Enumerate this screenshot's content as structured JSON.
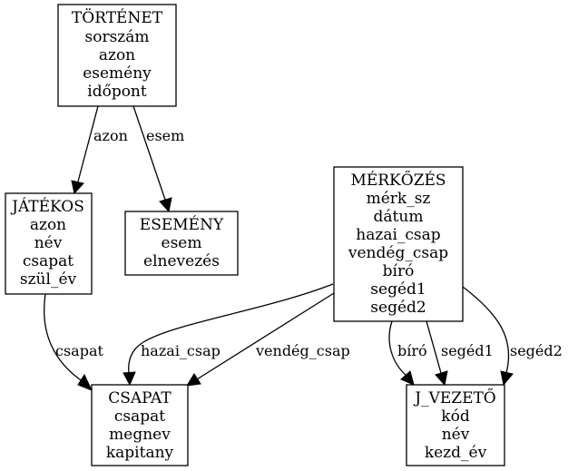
{
  "nodes": {
    "tortenet": {
      "lines": [
        "TÖRTÉNET",
        "sorszám",
        "azon",
        "esemény",
        "időpont"
      ]
    },
    "jatekos": {
      "lines": [
        "JÁTÉKOS",
        "azon",
        "név",
        "csapat",
        "szül_év"
      ]
    },
    "esemeny": {
      "lines": [
        "ESEMÉNY",
        "esem",
        "elnevezés"
      ]
    },
    "merkozes": {
      "lines": [
        "MÉRKŐZÉS",
        "mérk_sz",
        "dátum",
        "hazai_csap",
        "vendég_csap",
        "bíró",
        "segéd1",
        "segéd2"
      ]
    },
    "csapat": {
      "lines": [
        "CSAPAT",
        "csapat",
        "megnev",
        "kapitany"
      ]
    },
    "jvezeto": {
      "lines": [
        "J_VEZETŐ",
        "kód",
        "név",
        "kezd_év"
      ]
    }
  },
  "edges": {
    "tortenet_jatekos": "azon",
    "tortenet_esemeny": "esem",
    "jatekos_csapat": "csapat",
    "merkozes_csapat_hazai": "hazai_csap",
    "merkozes_csapat_vendeg": "vendég_csap",
    "merkozes_jvezeto_biro": "bíró",
    "merkozes_jvezeto_seged1": "segéd1",
    "merkozes_jvezeto_seged2": "segéd2"
  }
}
